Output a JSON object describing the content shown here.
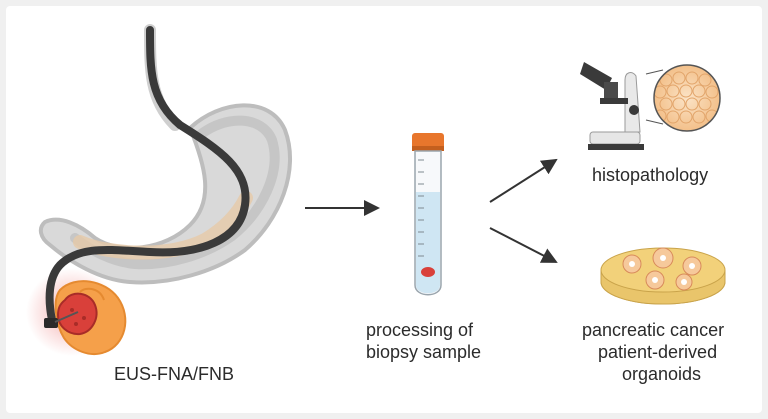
{
  "labels": {
    "endoscopy": "EUS-FNA/FNB",
    "processing_line1": "processing of",
    "processing_line2": "biopsy sample",
    "histopathology": "histopathology",
    "organoids_line1": "pancreatic cancer",
    "organoids_line2": "patient-derived",
    "organoids_line3": "organoids"
  },
  "icons": [
    "stomach-icon",
    "endoscope-icon",
    "tumor-icon",
    "test-tube-icon",
    "microscope-icon",
    "cells-magnifier-icon",
    "petri-dish-icon",
    "arrow-icon"
  ],
  "colors": {
    "background": "#f0f0f0",
    "panel": "#ffffff",
    "text": "#2b2b2b",
    "arrow": "#333333",
    "tube_cap": "#e8762c",
    "liquid": "#cfe6f3",
    "tumor": "#d9403a",
    "pancreas": "#f5a04a",
    "dish_medium": "#f2d17a",
    "cells": "#f6c99b"
  }
}
